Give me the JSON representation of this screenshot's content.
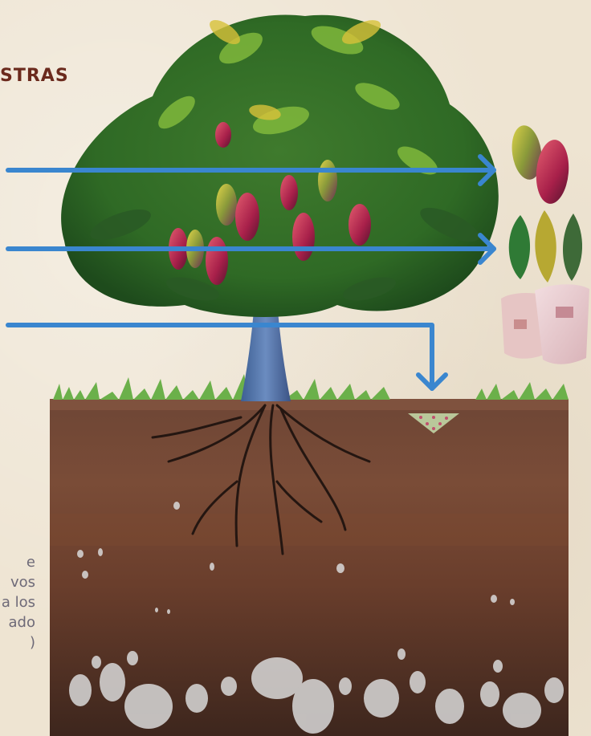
{
  "heading": {
    "text": "STRAS"
  },
  "caption": {
    "lines": [
      "e",
      "vos",
      "a los",
      "ado",
      ")"
    ]
  },
  "colors": {
    "arrow": "#3a86cf",
    "soil_top": "#6e4636",
    "soil_bottom": "#4d2c1f",
    "heading": "#6b2a1d",
    "caption": "#6e6a78"
  },
  "icons": {
    "pods": "cacao-pods-icon",
    "leaves": "fallen-leaves-icon",
    "sacks": "sacks-icon",
    "soil_sample": "soil-sample-triangle-icon"
  }
}
